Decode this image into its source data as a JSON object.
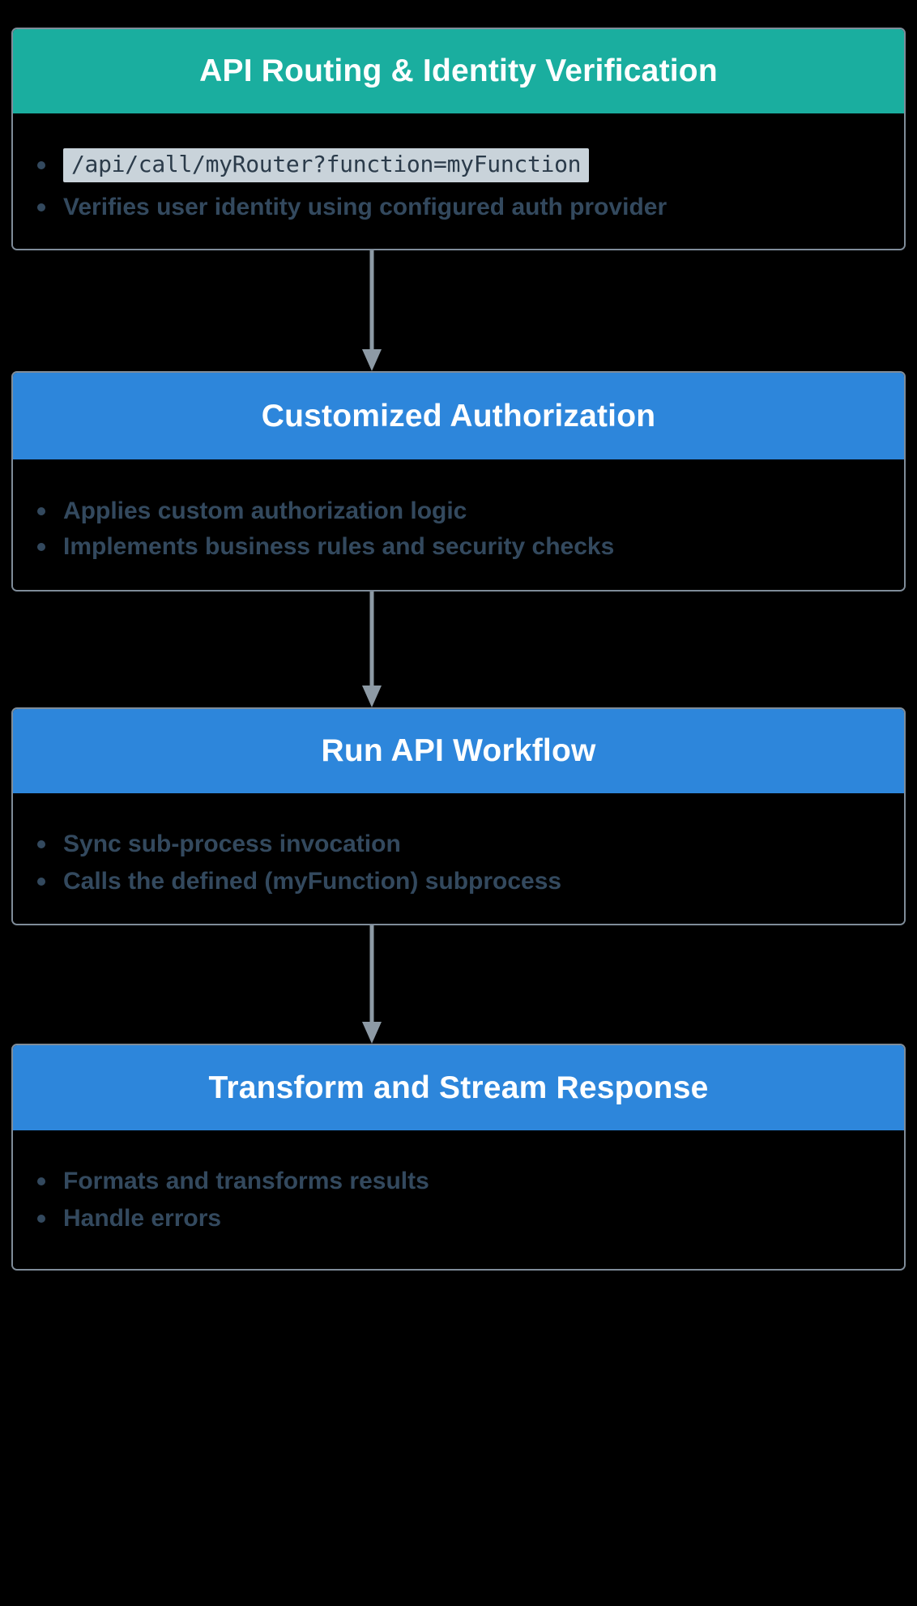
{
  "diagram": {
    "type": "flowchart",
    "orientation": "vertical",
    "background_color": "#000000",
    "accent_colors": {
      "stage1_header": "#1aae9f",
      "stage_header": "#2d86db",
      "border": "#7f8c99",
      "bullet_text": "#33495e",
      "code_background": "#c9d3da",
      "arrow": "#8d9aa5"
    },
    "nodes": [
      {
        "id": "api-routing",
        "title": "API Routing & Identity Verification",
        "header_color": "#1aae9f",
        "bullets": [
          {
            "text": "/api/call/myRouter?function=myFunction",
            "code": true
          },
          {
            "text": "Verifies user identity using configured auth provider",
            "code": false
          }
        ]
      },
      {
        "id": "customized-authorization",
        "title": "Customized Authorization",
        "header_color": "#2d86db",
        "bullets": [
          {
            "text": "Applies custom authorization logic",
            "code": false
          },
          {
            "text": "Implements business rules and security checks",
            "code": false
          }
        ]
      },
      {
        "id": "run-api-workflow",
        "title": "Run API Workflow",
        "header_color": "#2d86db",
        "bullets": [
          {
            "text": "Sync sub-process invocation",
            "code": false
          },
          {
            "text": "Calls the defined (myFunction) subprocess",
            "code": false
          }
        ]
      },
      {
        "id": "transform-stream-response",
        "title": "Transform and Stream Response",
        "header_color": "#2d86db",
        "bullets": [
          {
            "text": "Formats and transforms results",
            "code": false
          },
          {
            "text": "Handle errors",
            "code": false
          }
        ]
      }
    ],
    "connectors": [
      {
        "from": "api-routing",
        "to": "customized-authorization",
        "style": "arrow-down"
      },
      {
        "from": "customized-authorization",
        "to": "run-api-workflow",
        "style": "arrow-down"
      },
      {
        "from": "run-api-workflow",
        "to": "transform-stream-response",
        "style": "arrow-down"
      }
    ]
  }
}
